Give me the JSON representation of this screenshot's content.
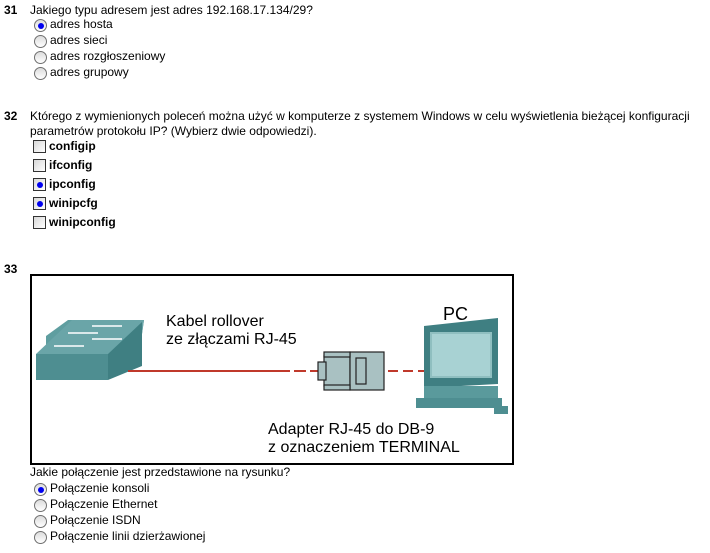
{
  "q31": {
    "number": "31",
    "text": "Jakiego typu adresem jest adres 192.168.17.134/29?",
    "options": [
      {
        "label": "adres hosta",
        "selected": true
      },
      {
        "label": "adres sieci",
        "selected": false
      },
      {
        "label": "adres rozgłoszeniowy",
        "selected": false
      },
      {
        "label": "adres grupowy",
        "selected": false
      }
    ]
  },
  "q32": {
    "number": "32",
    "text_line1": "Którego z wymienionych poleceń można użyć w komputerze z systemem Windows w celu wyświetlenia bieżącej konfiguracji",
    "text_line2": "parametrów protokołu IP? (Wybierz dwie odpowiedzi).",
    "options": [
      {
        "label": "configip",
        "checked": false
      },
      {
        "label": "ifconfig",
        "checked": false
      },
      {
        "label": "ipconfig",
        "checked": true
      },
      {
        "label": "winipcfg",
        "checked": true
      },
      {
        "label": "winipconfig",
        "checked": false
      }
    ]
  },
  "q33": {
    "number": "33",
    "figure": {
      "cable_line1": "Kabel rollover",
      "cable_line2": "ze złączami RJ-45",
      "pc_label": "PC",
      "adapter_line1": "Adapter RJ-45 do DB-9",
      "adapter_line2": "z oznaczeniem TERMINAL"
    },
    "text": "Jakie połączenie jest przedstawione na rysunku?",
    "options": [
      {
        "label": "Połączenie konsoli",
        "selected": true
      },
      {
        "label": "Połączenie Ethernet",
        "selected": false
      },
      {
        "label": "Połączenie ISDN",
        "selected": false
      },
      {
        "label": "Połączenie linii dzierżawionej",
        "selected": false
      }
    ]
  }
}
